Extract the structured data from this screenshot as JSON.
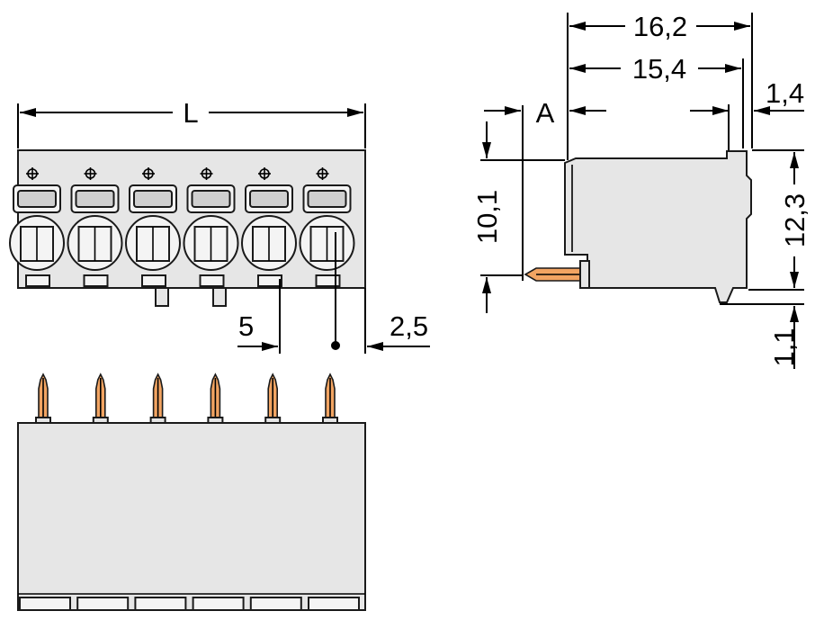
{
  "dimensions": {
    "length_label": "L",
    "pitch": "5",
    "offset": "2,5",
    "overall_depth": "16,2",
    "depth_inner": "15,4",
    "rear_step": "1,4",
    "reference_a": "A",
    "pin_height": "10,1",
    "body_height": "12,3",
    "foot_height": "1,1"
  },
  "drawing": {
    "pole_count": 6,
    "pin_color": "#f2a462",
    "body_color": "#e6e6e6"
  }
}
